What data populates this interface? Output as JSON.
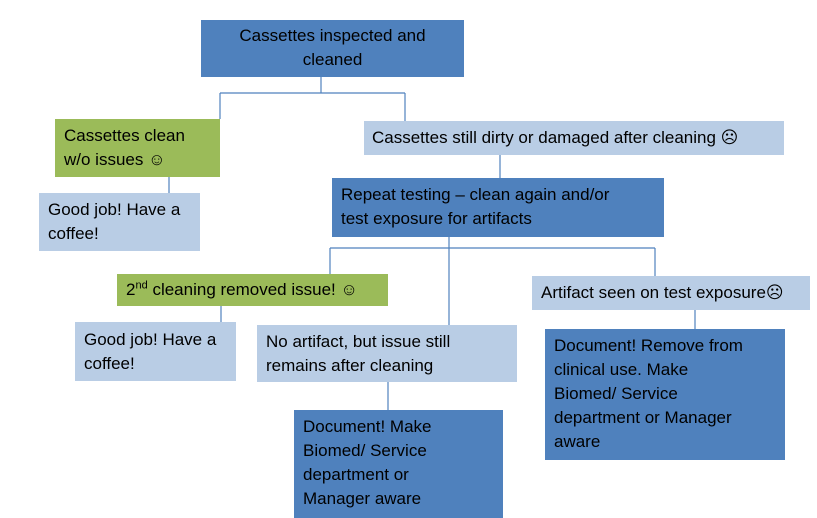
{
  "colors": {
    "primary_box": "#4f81bd",
    "success_box": "#9bbb59",
    "outcome_box": "#b9cde5",
    "connector": "#4f81bd"
  },
  "nodes": {
    "inspected": {
      "lines": [
        "Cassettes inspected and",
        "cleaned"
      ]
    },
    "clean_ok": {
      "lines": [
        "Cassettes clean",
        "w/o issues ☺"
      ]
    },
    "still_dirty": {
      "lines": [
        "Cassettes still dirty or damaged after cleaning ☹"
      ]
    },
    "good_job_1": {
      "lines": [
        "Good job! Have a",
        "coffee!"
      ]
    },
    "repeat_testing": {
      "lines": [
        "Repeat testing – clean again and/or",
        "test exposure for artifacts"
      ]
    },
    "second_cleaning": {
      "ordinal": "2",
      "ordinal_suffix": "nd",
      "text": " cleaning removed issue! ☺"
    },
    "artifact_seen": {
      "lines": [
        "Artifact seen on test exposure☹"
      ]
    },
    "good_job_2": {
      "lines": [
        "Good job! Have a",
        "coffee!"
      ]
    },
    "no_artifact": {
      "lines": [
        "No artifact, but issue still",
        "remains after cleaning"
      ]
    },
    "document_remove": {
      "lines": [
        "Document! Remove from",
        "clinical use. Make",
        "Biomed/ Service",
        "department or Manager",
        "aware"
      ]
    },
    "document_make": {
      "lines": [
        "Document! Make",
        "Biomed/ Service",
        "department or",
        "Manager aware"
      ]
    }
  }
}
